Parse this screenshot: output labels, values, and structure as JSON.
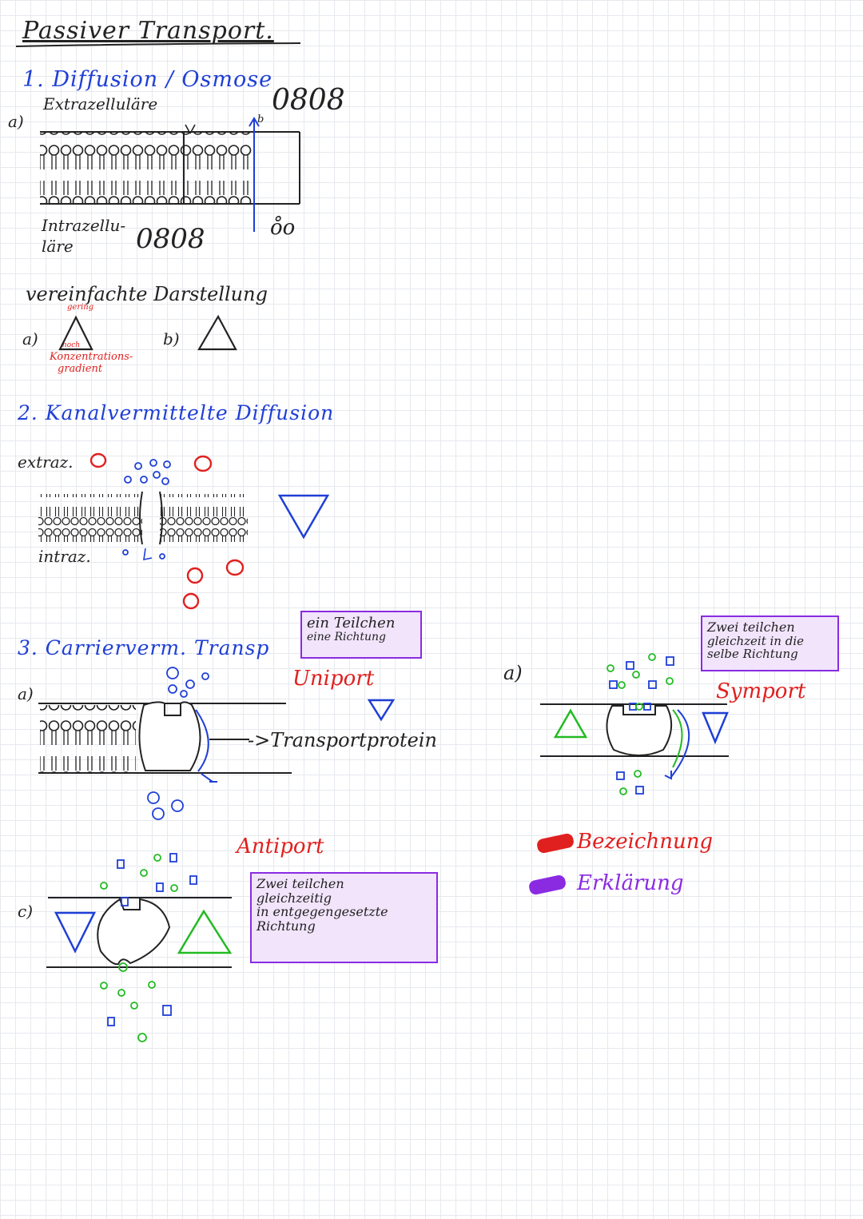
{
  "title": "Passiver Transport.",
  "section1": {
    "heading": "1. Diffusion / Osmose",
    "label_a": "a)",
    "extra": "Extrazelluläre",
    "intra_line1": "Intrazellu-",
    "intra_line2": "läre",
    "molecule_top": "0808",
    "molecule_bottom": "0808",
    "molecule_small": "o̊o",
    "b_mark": "b",
    "simplified": "vereinfachte Darstellung",
    "gering": "gering",
    "hoch": "hoch",
    "gradient_line1": "Konzentrations-",
    "gradient_line2": "gradient",
    "label_a2": "a)",
    "label_b2": "b)"
  },
  "section2": {
    "heading": "2. Kanalvermittelte Diffusion",
    "extraz": "extraz.",
    "intraz": "intraz."
  },
  "section3": {
    "heading": "3. Carrierverm. Transp",
    "label_a": "a)",
    "uniport_box": [
      "ein Teilchen",
      "eine Richtung"
    ],
    "uniport": "Uniport",
    "transport_protein": "->Transportprotein",
    "antiport": "Antiport",
    "antiport_box": [
      "Zwei teilchen",
      "gleichzeitig",
      "in entgegengesetzte",
      "Richtung"
    ],
    "label_c": "c)"
  },
  "symport": {
    "label_a": "a)",
    "box": [
      "Zwei teilchen",
      "gleichzeit in die",
      "selbe Richtung"
    ],
    "name": "Symport"
  },
  "legend": {
    "items": [
      {
        "label": "Bezeichnung",
        "color": "#e0201f"
      },
      {
        "label": "Erklärung",
        "color": "#8a2be2"
      }
    ]
  },
  "colors": {
    "blue": "#1f3fd6",
    "red": "#e0201f",
    "green": "#22bb22",
    "purple": "#8a2be2"
  }
}
